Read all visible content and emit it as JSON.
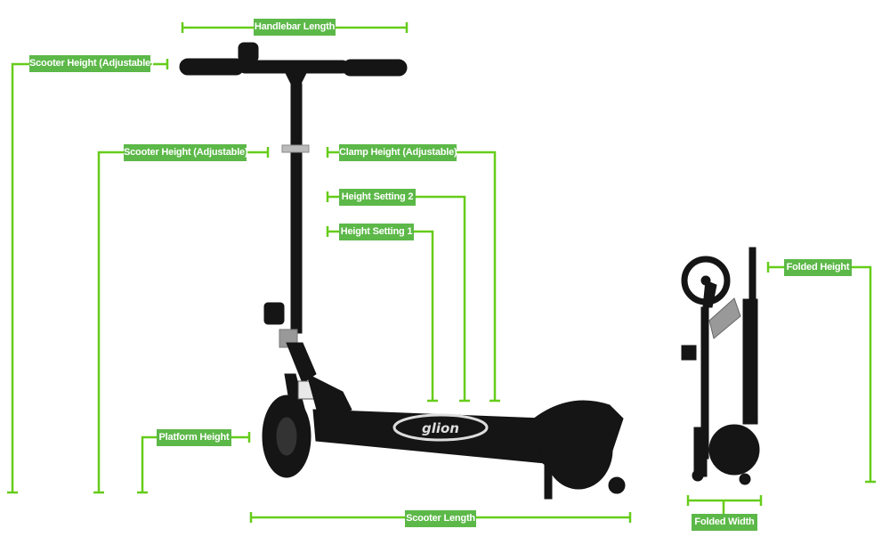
{
  "labels": {
    "handlebar_length": "Handlebar Length",
    "scooter_height_1": "Scooter Height (Adjustable)",
    "scooter_height_2": "Scooter Height (Adjustable)",
    "clamp_height": "Clamp Height (Adjustable)",
    "height_setting_2": "Height Setting 2",
    "height_setting_1": "Height Setting 1",
    "platform_height": "Platform Height",
    "scooter_length": "Scooter Length",
    "folded_height": "Folded Height",
    "folded_width": "Folded Width"
  },
  "logo_text": "glion",
  "colors": {
    "line": "#66cc1a",
    "label_bg": "#5cb848",
    "label_text": "#ffffff",
    "scooter": "#111111"
  }
}
